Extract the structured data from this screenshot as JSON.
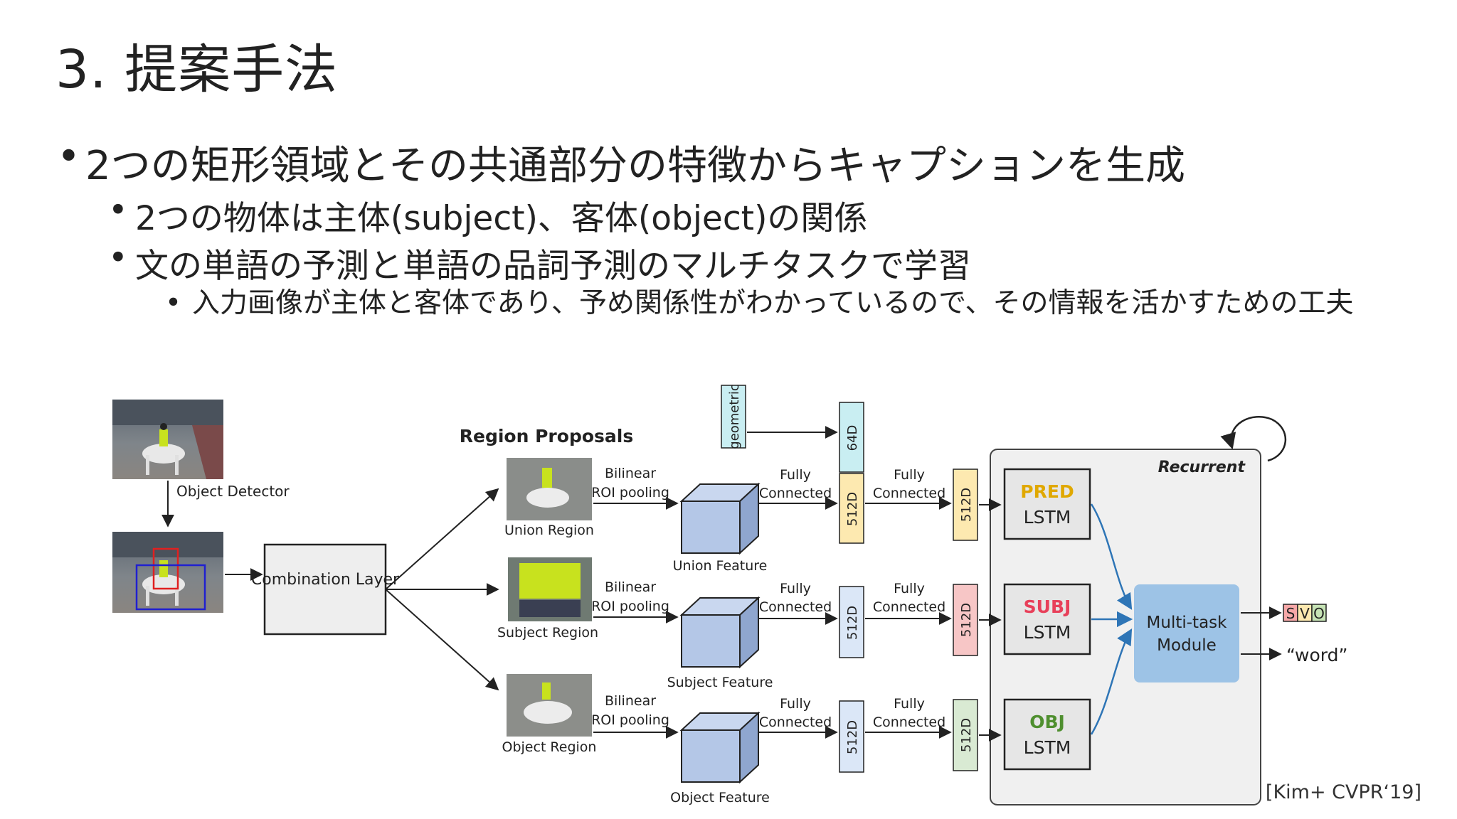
{
  "slide": {
    "title": "3. 提案手法",
    "bullets": [
      "2つの矩形領域とその共通部分の特徴からキャプションを生成",
      "2つの物体は主体(subject)、客体(object)の関係",
      "文の単語の予測と単語の品詞予測のマルチタスクで学習",
      "入力画像が主体と客体であり、予め関係性がわかっているので、その情報を活かすための工夫"
    ],
    "citation": "[Kim+ CVPR‘19]"
  },
  "diagram": {
    "object_detector": "Object Detector",
    "combination_layer": "Combination Layer",
    "region_proposals": "Region Proposals",
    "bilinear": "Bilinear",
    "roi_pooling": "ROI pooling",
    "fully": "Fully",
    "connected": "Connected",
    "geometric": "geometric",
    "dim_64": "64D",
    "dim_512": "512D",
    "union_region": "Union Region",
    "subject_region": "Subject Region",
    "object_region": "Object Region",
    "union_feature": "Union Feature",
    "subject_feature": "Subject Feature",
    "object_feature": "Object Feature",
    "recurrent": "Recurrent",
    "pred": "PRED",
    "subj": "SUBJ",
    "obj": "OBJ",
    "lstm": "LSTM",
    "multitask_1": "Multi-task",
    "multitask_2": "Module",
    "word": "“word”",
    "svo_s": "S",
    "svo_v": "V",
    "svo_o": "O"
  },
  "colors": {
    "pred": "#e0a800",
    "subj": "#e8405a",
    "obj": "#4f8f2f",
    "cube": "#b4c7e7",
    "module": "#9dc3e6",
    "geometric_box": "#c9eef2",
    "fc_yellow": "#fde9b0",
    "fc_blue": "#dbe7f7",
    "fc_red": "#f7c6c6",
    "fc_green": "#d9ead3",
    "arrow_blue": "#2e75b6"
  }
}
